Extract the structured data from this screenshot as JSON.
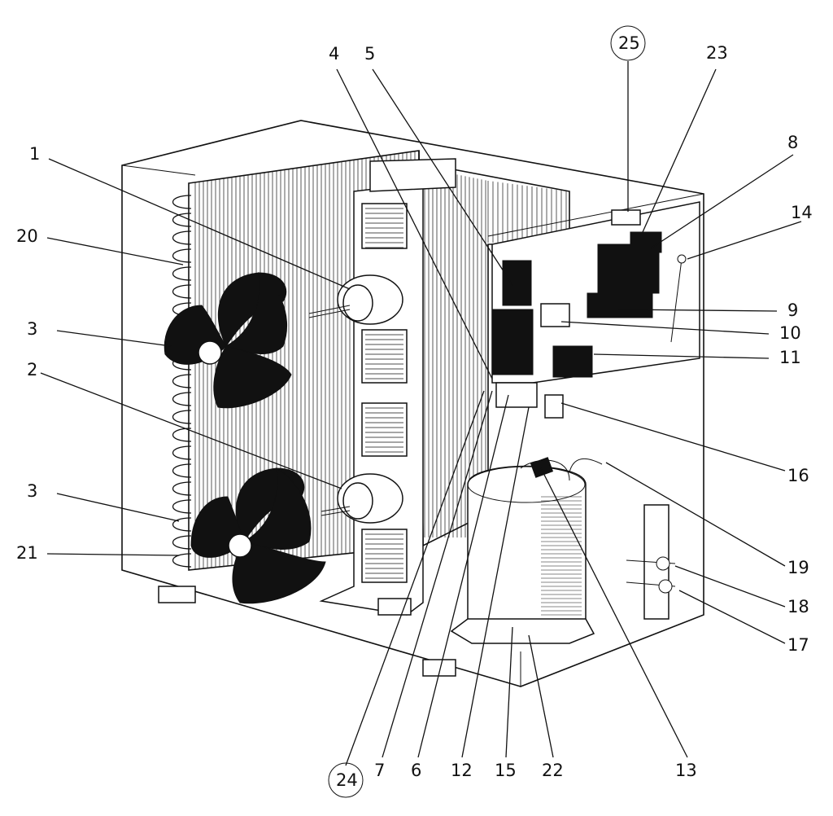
{
  "callouts": [
    {
      "id": "c1",
      "label": "1"
    },
    {
      "id": "c2",
      "label": "2"
    },
    {
      "id": "c3a",
      "label": "3"
    },
    {
      "id": "c3b",
      "label": "3"
    },
    {
      "id": "c4",
      "label": "4"
    },
    {
      "id": "c5",
      "label": "5"
    },
    {
      "id": "c6",
      "label": "6"
    },
    {
      "id": "c7",
      "label": "7"
    },
    {
      "id": "c8",
      "label": "8"
    },
    {
      "id": "c9",
      "label": "9"
    },
    {
      "id": "c10",
      "label": "10"
    },
    {
      "id": "c11",
      "label": "11"
    },
    {
      "id": "c12",
      "label": "12"
    },
    {
      "id": "c13",
      "label": "13"
    },
    {
      "id": "c14",
      "label": "14"
    },
    {
      "id": "c15",
      "label": "15"
    },
    {
      "id": "c16",
      "label": "16"
    },
    {
      "id": "c17",
      "label": "17"
    },
    {
      "id": "c18",
      "label": "18"
    },
    {
      "id": "c19",
      "label": "19"
    },
    {
      "id": "c20",
      "label": "20"
    },
    {
      "id": "c21",
      "label": "21"
    },
    {
      "id": "c22",
      "label": "22"
    },
    {
      "id": "c23",
      "label": "23"
    },
    {
      "id": "c24",
      "label": "24"
    },
    {
      "id": "c25",
      "label": "25"
    }
  ],
  "circled_callouts": [
    "24",
    "25"
  ]
}
